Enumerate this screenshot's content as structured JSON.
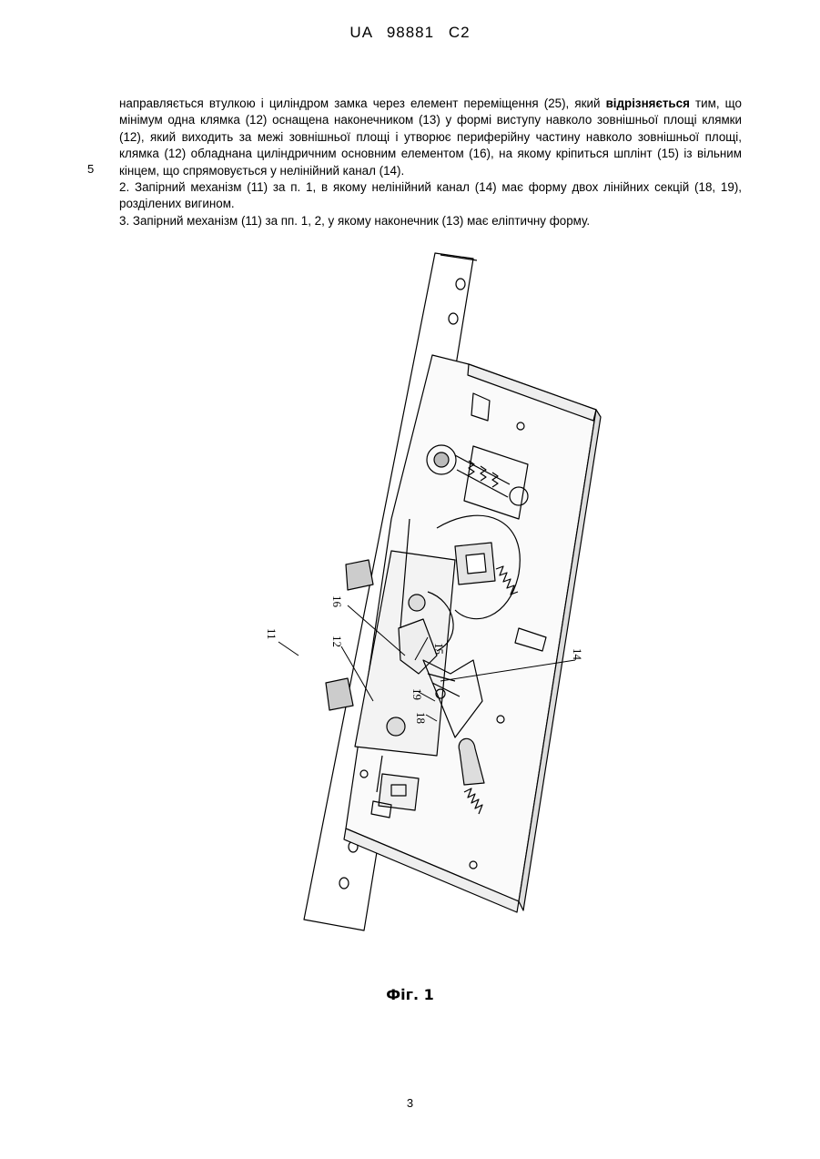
{
  "header": {
    "text": "UA   98881   C2"
  },
  "claims": {
    "p1_pre": "направляється втулкою і циліндром замка через елемент переміщення (25), який ",
    "p1_bold": "відрізняється",
    "p1_post": " тим, що мінімум одна клямка (12) оснащена наконечником (13) у формі виступу навколо зовнішньої площі клямки (12), який виходить за межі зовнішньої площі і утворює периферійну частину навколо зовнішньої площі, клямка (12) обладнана циліндричним основним елементом (16), на якому кріпиться шплінт (15) із вільним кінцем, що спрямовується у нелінійний канал (14).",
    "p2": "2. Запірний механізм (11) за п. 1, в якому нелінійний канал (14) має форму двох лінійних секцій (18, 19), розділених вигином.",
    "p3": "3. Запірний механізм (11) за пп. 1, 2, у якому наконечник (13) має еліптичну форму."
  },
  "line_number": "5",
  "figure": {
    "labels": {
      "l11": "11",
      "l12": "12",
      "l14": "14",
      "l15": "15",
      "l16": "16",
      "l18": "18",
      "l19": "19"
    },
    "caption": "Фіг. 1"
  },
  "page_number": "3"
}
